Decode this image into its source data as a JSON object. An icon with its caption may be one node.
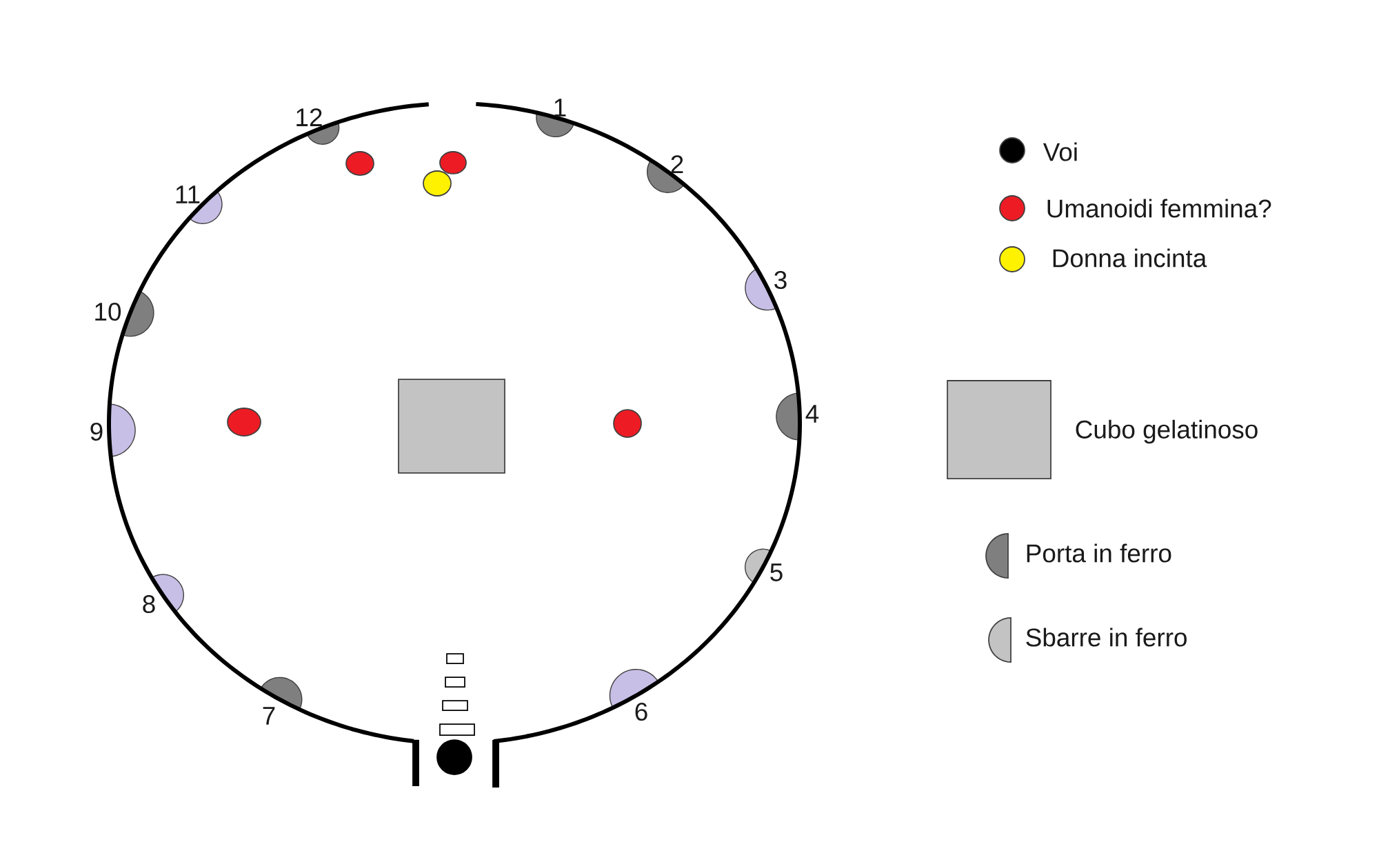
{
  "diagram": {
    "nodes": [
      {
        "text": [],
        "shape": "box"
      }
    ],
    "labels": [
      "1",
      "2",
      "3",
      "4",
      "5",
      "6",
      "7",
      "8",
      "9",
      "10",
      "11",
      "12"
    ],
    "legend": [
      {
        "text": "Voi",
        "color": "#000000"
      },
      {
        "text": "Umanoidi femmina?",
        "color": "#ed1c24"
      },
      {
        "text": "Donna incinta",
        "color": "#fff200"
      },
      {
        "text": "Cubo gelatinoso",
        "color": "#c3c3c3"
      },
      {
        "text": "Porta in ferro",
        "color": "#7f7f7f"
      },
      {
        "text": "Sbarre in ferro",
        "color": "#c3c3c3"
      }
    ]
  }
}
